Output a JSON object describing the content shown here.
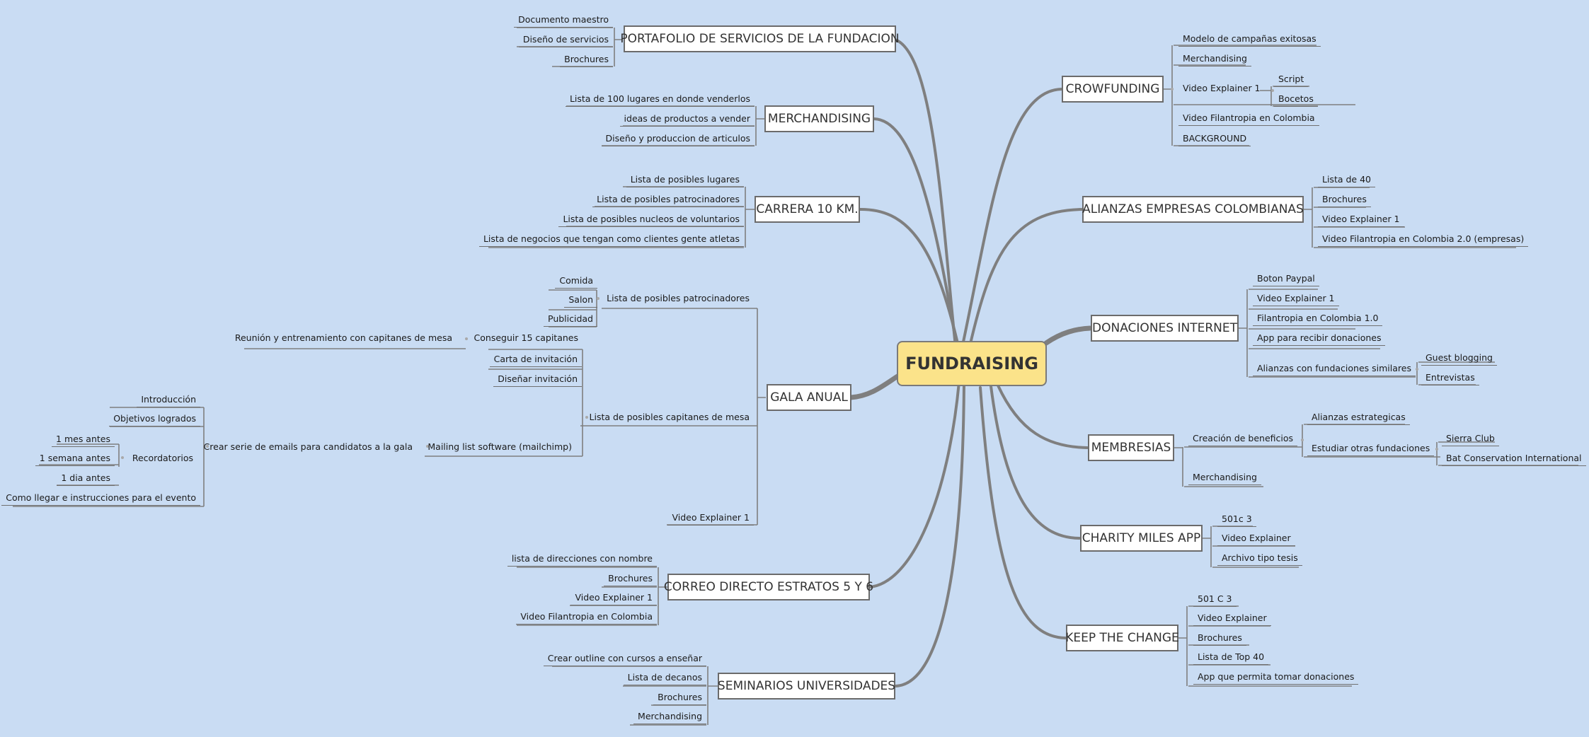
{
  "central": "FUNDRAISING",
  "left": {
    "portafolio": {
      "label": "PORTAFOLIO DE SERVICIOS DE LA FUNDACION",
      "items": [
        "Documento maestro",
        "Diseño de servicios",
        "Brochures"
      ]
    },
    "merchandising": {
      "label": "MERCHANDISING",
      "items": [
        "Lista de 100 lugares en donde venderlos",
        "ideas de productos a vender",
        "Diseño y produccion de articulos"
      ]
    },
    "carrera": {
      "label": "CARRERA 10 KM.",
      "items": [
        "Lista de posibles lugares",
        "Lista de posibles patrocinadores",
        "Lista de posibles nucleos de voluntarios",
        "Lista de negocios que tengan como clientes gente atletas"
      ]
    },
    "gala": {
      "label": "GALA ANUAL",
      "patrocinadores": {
        "label": "Lista de posibles patrocinadores",
        "items": [
          "Comida",
          "Salon",
          "Publicidad"
        ]
      },
      "capitanes": {
        "label": "Lista de posibles capitanes de mesa",
        "conseguir": "Conseguir 15 capitanes",
        "reunion": "Reunión y entrenamiento con capitanes de mesa",
        "carta": "Carta de invitación",
        "disenar": "Diseñar invitación",
        "mailing": "Mailing list software (mailchimp)",
        "emails": "Crear serie de emails para candidatos a la gala",
        "introduccion": "Introducción",
        "objetivos": "Objetivos logrados",
        "recordatorios": "Recordatorios",
        "recordatorios_items": [
          "1 mes antes",
          "1 semana antes",
          "1 dia antes"
        ],
        "llegar": "Como llegar e instrucciones para el evento"
      },
      "video": "Video Explainer 1"
    },
    "correo": {
      "label": "CORREO DIRECTO ESTRATOS 5 Y 6",
      "items": [
        "lista de direcciones con nombre",
        "Brochures",
        "Video Explainer 1",
        "Video Filantropia en Colombia"
      ]
    },
    "seminarios": {
      "label": "SEMINARIOS UNIVERSIDADES",
      "items": [
        "Crear outline con cursos a enseñar",
        "Lista de decanos",
        "Brochures",
        "Merchandising"
      ]
    }
  },
  "right": {
    "crowfunding": {
      "label": "CROWFUNDING",
      "items": [
        "Modelo de campañas exitosas",
        "Merchandising",
        "Video Explainer 1",
        "Video Filantropia en Colombia",
        "BACKGROUND"
      ],
      "video_children": [
        "Script",
        "Bocetos"
      ]
    },
    "alianzas": {
      "label": "ALIANZAS EMPRESAS COLOMBIANAS",
      "items": [
        "Lista de 40",
        "Brochures",
        "Video Explainer 1",
        "Video Filantropia en Colombia 2.0 (empresas)"
      ]
    },
    "donaciones": {
      "label": "DONACIONES INTERNET",
      "items": [
        "Boton Paypal",
        "Video Explainer 1",
        "Filantropia en Colombia 1.0",
        "App para recibir donaciones",
        "Alianzas con fundaciones similares"
      ],
      "alianzas_children": [
        "Guest blogging",
        "Entrevistas"
      ]
    },
    "membresias": {
      "label": "MEMBRESIAS",
      "creacion": "Creación de beneficios",
      "creacion_children": [
        "Alianzas estrategicas",
        "Estudiar otras fundaciones"
      ],
      "estudiar_children": [
        "Sierra Club",
        "Bat Conservation International"
      ],
      "merch": "Merchandising"
    },
    "charity": {
      "label": "CHARITY MILES APP",
      "items": [
        "501c 3",
        "Video Explainer",
        "Archivo tipo tesis"
      ]
    },
    "keep": {
      "label": "KEEP THE CHANGE",
      "items": [
        "501 C 3",
        "Video Explainer",
        "Brochures",
        "Lista de Top 40",
        "App que permita tomar donaciones"
      ]
    }
  },
  "colors": {
    "background": "#c9dcf3",
    "central_fill": "#fbe38a",
    "connector": "#7a7a7a"
  }
}
